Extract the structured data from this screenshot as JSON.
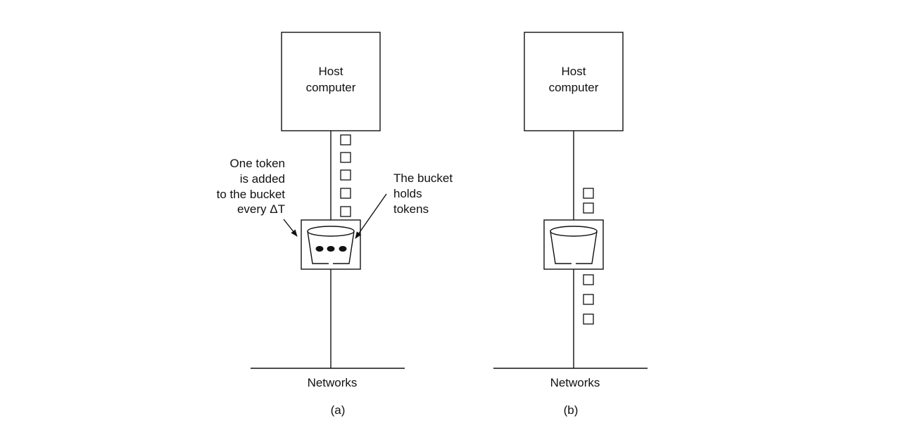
{
  "panel_a": {
    "host_line1": "Host",
    "host_line2": "computer",
    "network_label": "Networks",
    "caption": "(a)",
    "annotation_left": [
      "One token",
      "is added",
      "to the bucket",
      "every ΔT"
    ],
    "annotation_right": [
      "The bucket",
      "holds",
      "tokens"
    ],
    "packets_above_bucket": 5,
    "packets_below_bucket": 0,
    "tokens_in_bucket": 3
  },
  "panel_b": {
    "host_line1": "Host",
    "host_line2": "computer",
    "network_label": "Networks",
    "caption": "(b)",
    "packets_above_bucket": 2,
    "packets_below_bucket": 3,
    "tokens_in_bucket": 0
  },
  "colors": {
    "ink": "#111111",
    "background": "#ffffff"
  }
}
